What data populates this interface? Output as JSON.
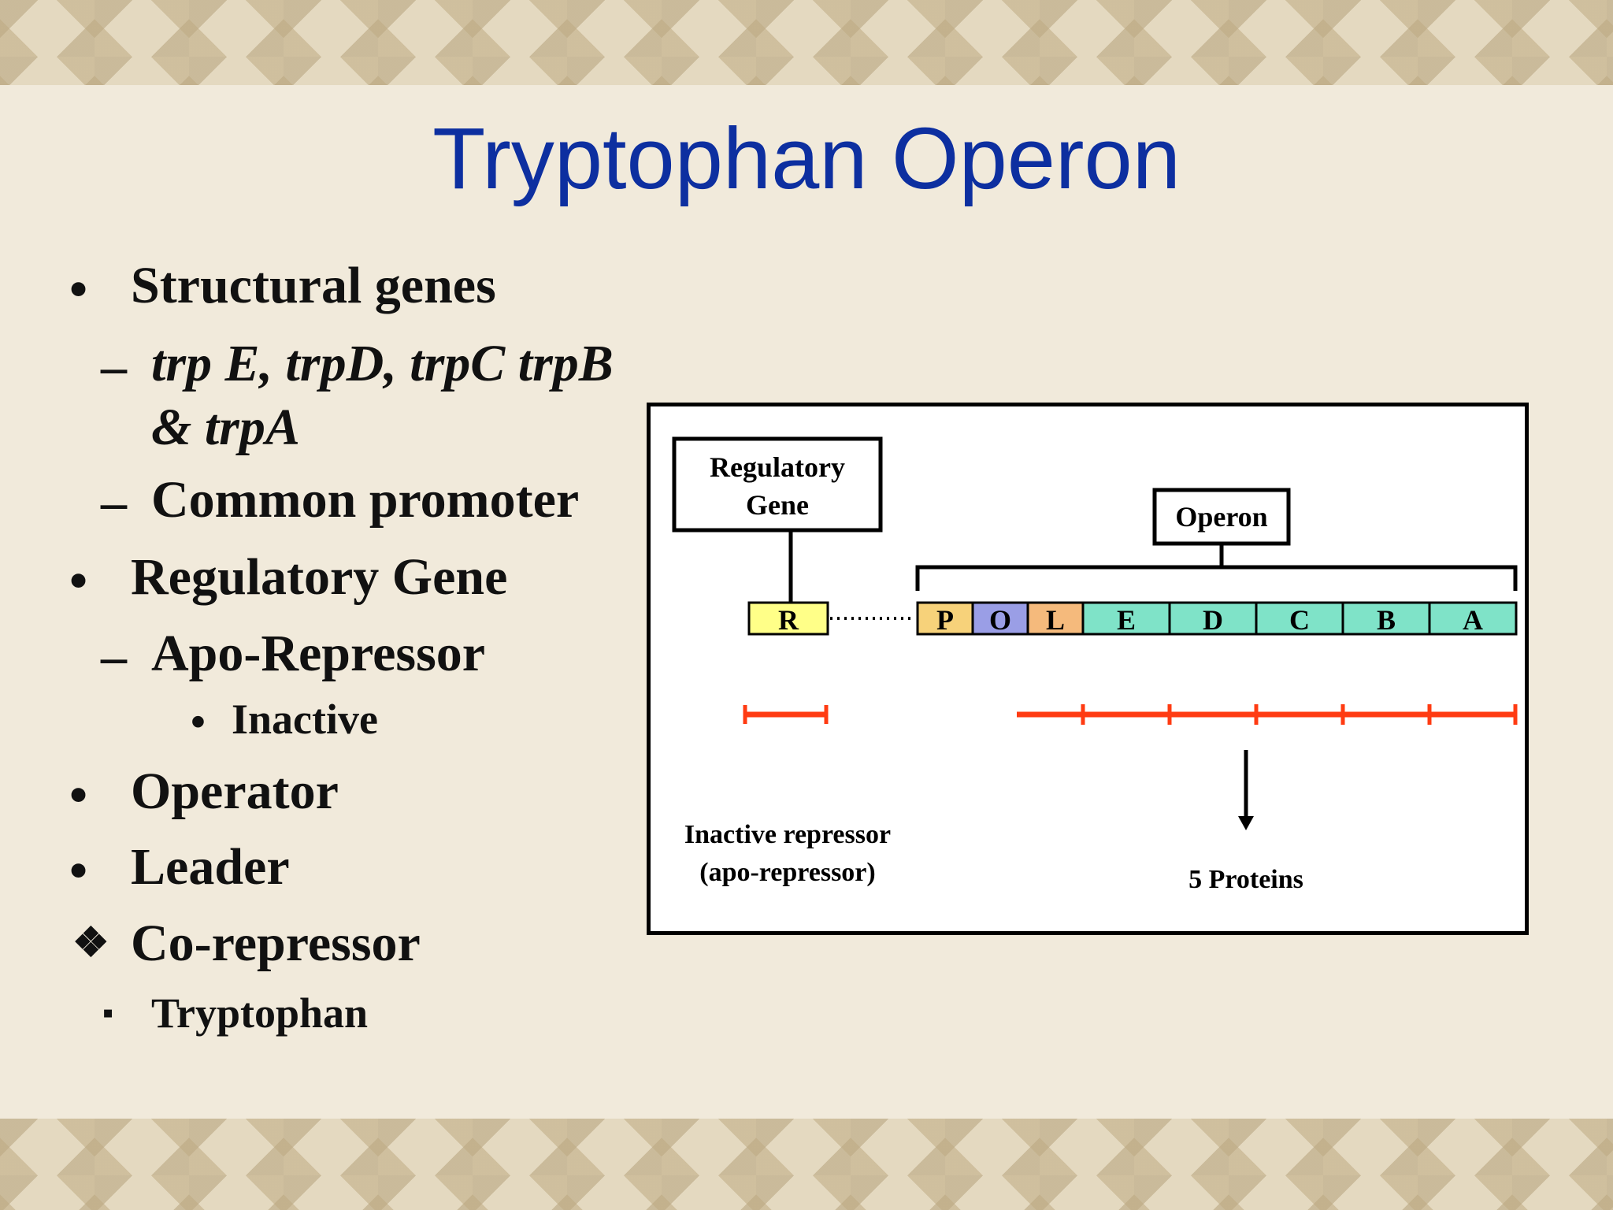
{
  "slide": {
    "title": "Tryptophan Operon",
    "bullets": {
      "structural_genes": "Structural genes",
      "genes_line1": "trp E, trpD, trpC trpB",
      "genes_line2": "& trpA",
      "common_promoter": "Common promoter",
      "regulatory_gene": "Regulatory Gene",
      "apo_repressor": "Apo-Repressor",
      "inactive": "Inactive",
      "operator": "Operator",
      "leader": "Leader",
      "co_repressor": "Co-repressor",
      "tryptophan": "Tryptophan"
    },
    "markers": {
      "bullet": "•",
      "dash": "–",
      "diamond": "❖",
      "square": "▪"
    }
  },
  "diagram": {
    "regulatory_gene_line1": "Regulatory",
    "regulatory_gene_line2": "Gene",
    "operon_label": "Operon",
    "segments": [
      {
        "label": "R",
        "color": "#ffff88"
      },
      {
        "label": "P",
        "color": "#f7d27a"
      },
      {
        "label": "O",
        "color": "#9a9ee6"
      },
      {
        "label": "L",
        "color": "#f5ba7c"
      },
      {
        "label": "E",
        "color": "#7fe3c8"
      },
      {
        "label": "D",
        "color": "#7fe3c8"
      },
      {
        "label": "C",
        "color": "#7fe3c8"
      },
      {
        "label": "B",
        "color": "#7fe3c8"
      },
      {
        "label": "A",
        "color": "#7fe3c8"
      }
    ],
    "inactive_repressor_line1": "Inactive repressor",
    "inactive_repressor_line2": "(apo-repressor)",
    "proteins_label": "5 Proteins",
    "mrna_color": "#ff3b12"
  }
}
